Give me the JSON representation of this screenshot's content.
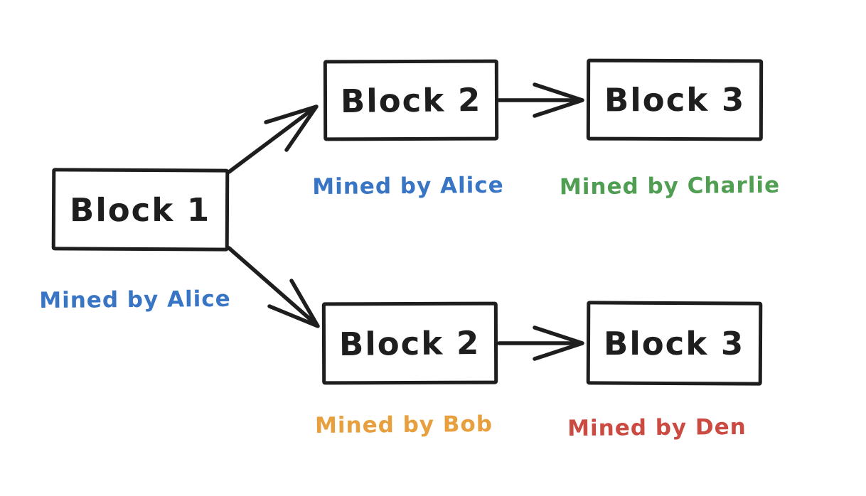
{
  "diagram": {
    "title": "blockchain-fork",
    "background_color": "#ffffff",
    "ink_color": "#1e1e1e",
    "blocks": [
      {
        "id": "block-1",
        "label": "Block 1",
        "miner_label": "Mined by Alice",
        "miner_color": "#3876c5"
      },
      {
        "id": "block-2-top",
        "label": "Block 2",
        "miner_label": "Mined by Alice",
        "miner_color": "#3876c5"
      },
      {
        "id": "block-3-top",
        "label": "Block 3",
        "miner_label": "Mined by Charlie",
        "miner_color": "#4f9e52"
      },
      {
        "id": "block-2-bottom",
        "label": "Block 2",
        "miner_label": "Mined by Bob",
        "miner_color": "#e8a03e"
      },
      {
        "id": "block-3-bottom",
        "label": "Block 3",
        "miner_label": "Mined by Den",
        "miner_color": "#cb4a41"
      }
    ],
    "edges": [
      {
        "from": "block-1",
        "to": "block-2-top"
      },
      {
        "from": "block-1",
        "to": "block-2-bottom"
      },
      {
        "from": "block-2-top",
        "to": "block-3-top"
      },
      {
        "from": "block-2-bottom",
        "to": "block-3-bottom"
      }
    ]
  }
}
